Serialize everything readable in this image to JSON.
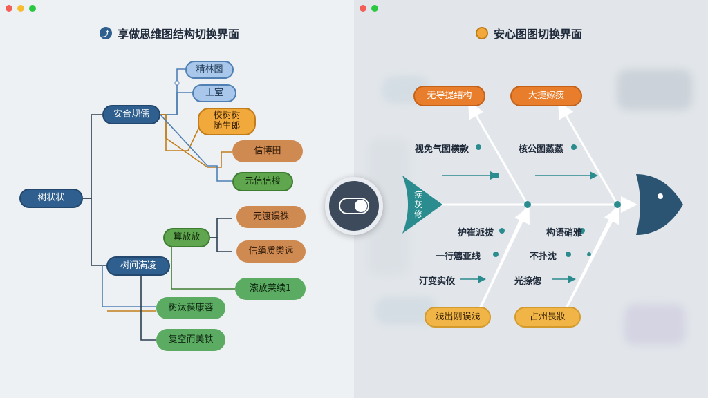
{
  "window": {
    "controls": [
      {
        "name": "close",
        "color": "#f25f57"
      },
      {
        "name": "minimize",
        "color": "#f8bc2f"
      },
      {
        "name": "maximize",
        "color": "#2ac840"
      }
    ],
    "controls_right": [
      {
        "name": "close",
        "color": "#f25f57"
      },
      {
        "name": "maximize",
        "color": "#2ac840"
      }
    ]
  },
  "left": {
    "title": "享做思维图结构切换界面",
    "title_icon": "mindmap-icon",
    "root": "树状状",
    "branch_top": "安合规儒",
    "top_children": [
      "精林图",
      "上室",
      "校树树\n随生郎",
      "信博田",
      "元信信梭"
    ],
    "branch_bottom": "树间满凌",
    "sub_branch": "算放放",
    "sub_children": [
      "元渡误祩",
      "信绢质类远",
      "滚放莱续1"
    ],
    "bottom_children": [
      "树汰葆康蓉",
      "复空而美铁"
    ]
  },
  "right": {
    "title": "安心图图切换界面",
    "title_icon": "circle-icon",
    "head": "",
    "tail": "疾\n灰\n修",
    "top_bones": [
      "无导提结构",
      "大捷嫁痰"
    ],
    "bottom_bones": [
      "浅出刚误浅",
      "占州畏妝"
    ],
    "causes_left": [
      "视免气图横款",
      "护崔派拔",
      "一行魑亚线",
      "汀变实攸"
    ],
    "causes_right": [
      "核公图蒸蒸",
      "构语硝雅",
      "不扑沈",
      "光捺偬"
    ]
  },
  "toggle": {
    "icon": "toggle-switch-icon"
  }
}
